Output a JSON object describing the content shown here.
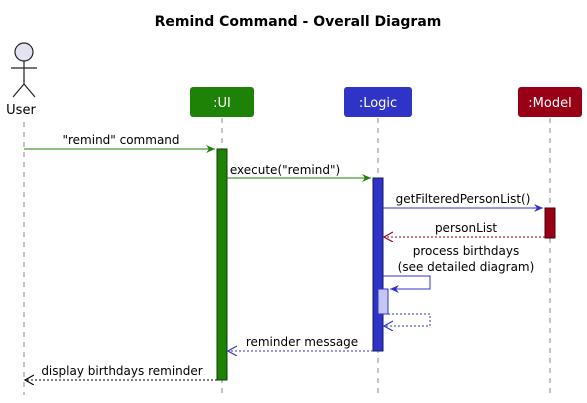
{
  "title": "Remind Command - Overall Diagram",
  "participants": {
    "user": {
      "label": "User"
    },
    "ui": {
      "label": ":UI",
      "color": "#1e8207"
    },
    "logic": {
      "label": ":Logic",
      "color": "#3034c6"
    },
    "model": {
      "label": ":Model",
      "color": "#980016"
    }
  },
  "activation_colors": {
    "ui": "#1e8207",
    "logic": "#3034c6",
    "logic_nested": "#c4c6f4",
    "model": "#980016"
  },
  "messages": {
    "remind_command": "\"remind\" command",
    "execute": "execute(\"remind\")",
    "get_filtered": "getFilteredPersonList()",
    "person_list": "personList",
    "process_line1": "process birthdays",
    "process_line2": "(see detailed diagram)",
    "reminder_message": "reminder message",
    "display_reminder": "display birthdays reminder"
  },
  "message_colors": {
    "user_to_ui": "#1e8207",
    "ui_to_logic": "#1e8207",
    "logic_to_model": "#3034c6",
    "model_return": "#980016",
    "logic_self": "#3034c6",
    "logic_return": "#3034c6",
    "ui_return": "#000000"
  }
}
